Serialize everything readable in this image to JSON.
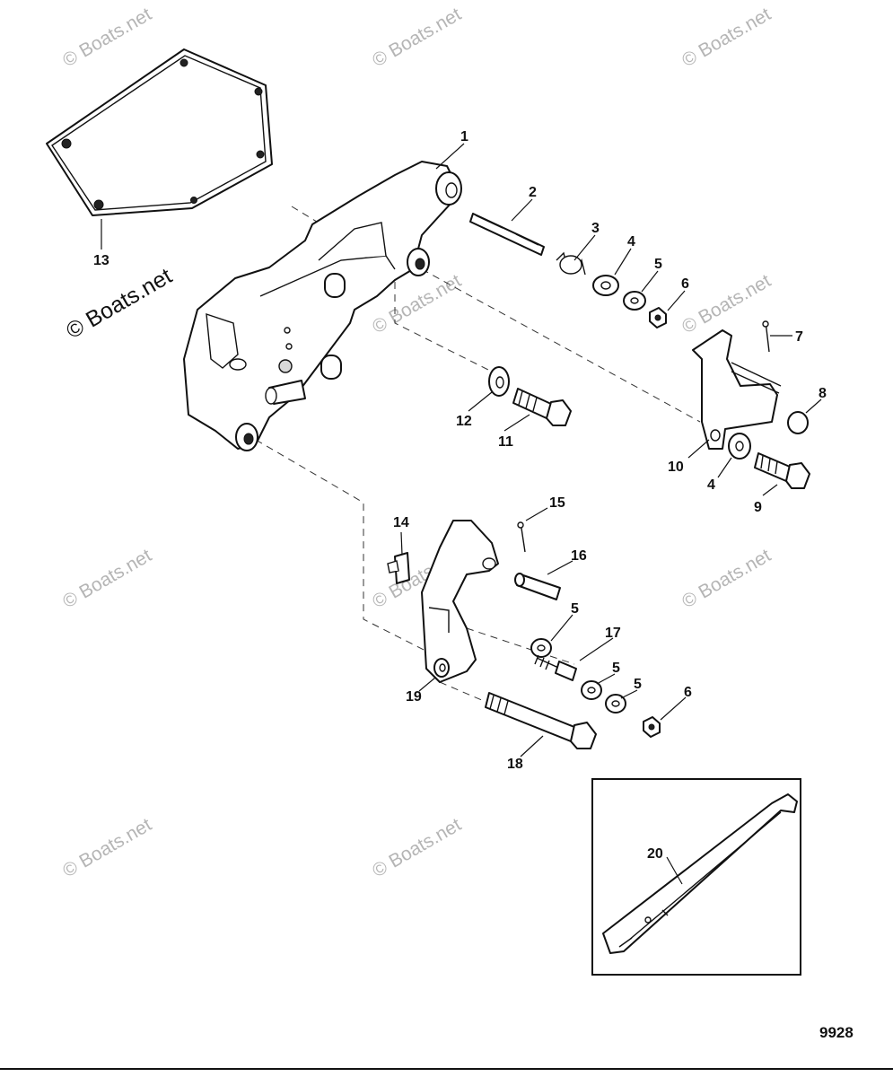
{
  "figure_number": "9928",
  "watermark_text": "© Boats.net",
  "colors": {
    "line": "#111111",
    "watermark": "#b5b5b5",
    "background": "#ffffff"
  },
  "callouts": [
    "1",
    "2",
    "3",
    "4",
    "5",
    "6",
    "7",
    "8",
    "9",
    "10",
    "11",
    "12",
    "13",
    "14",
    "15",
    "16",
    "17",
    "18",
    "19",
    "20"
  ],
  "callouts_repeat": [
    "4",
    "5",
    "5",
    "5",
    "6"
  ]
}
